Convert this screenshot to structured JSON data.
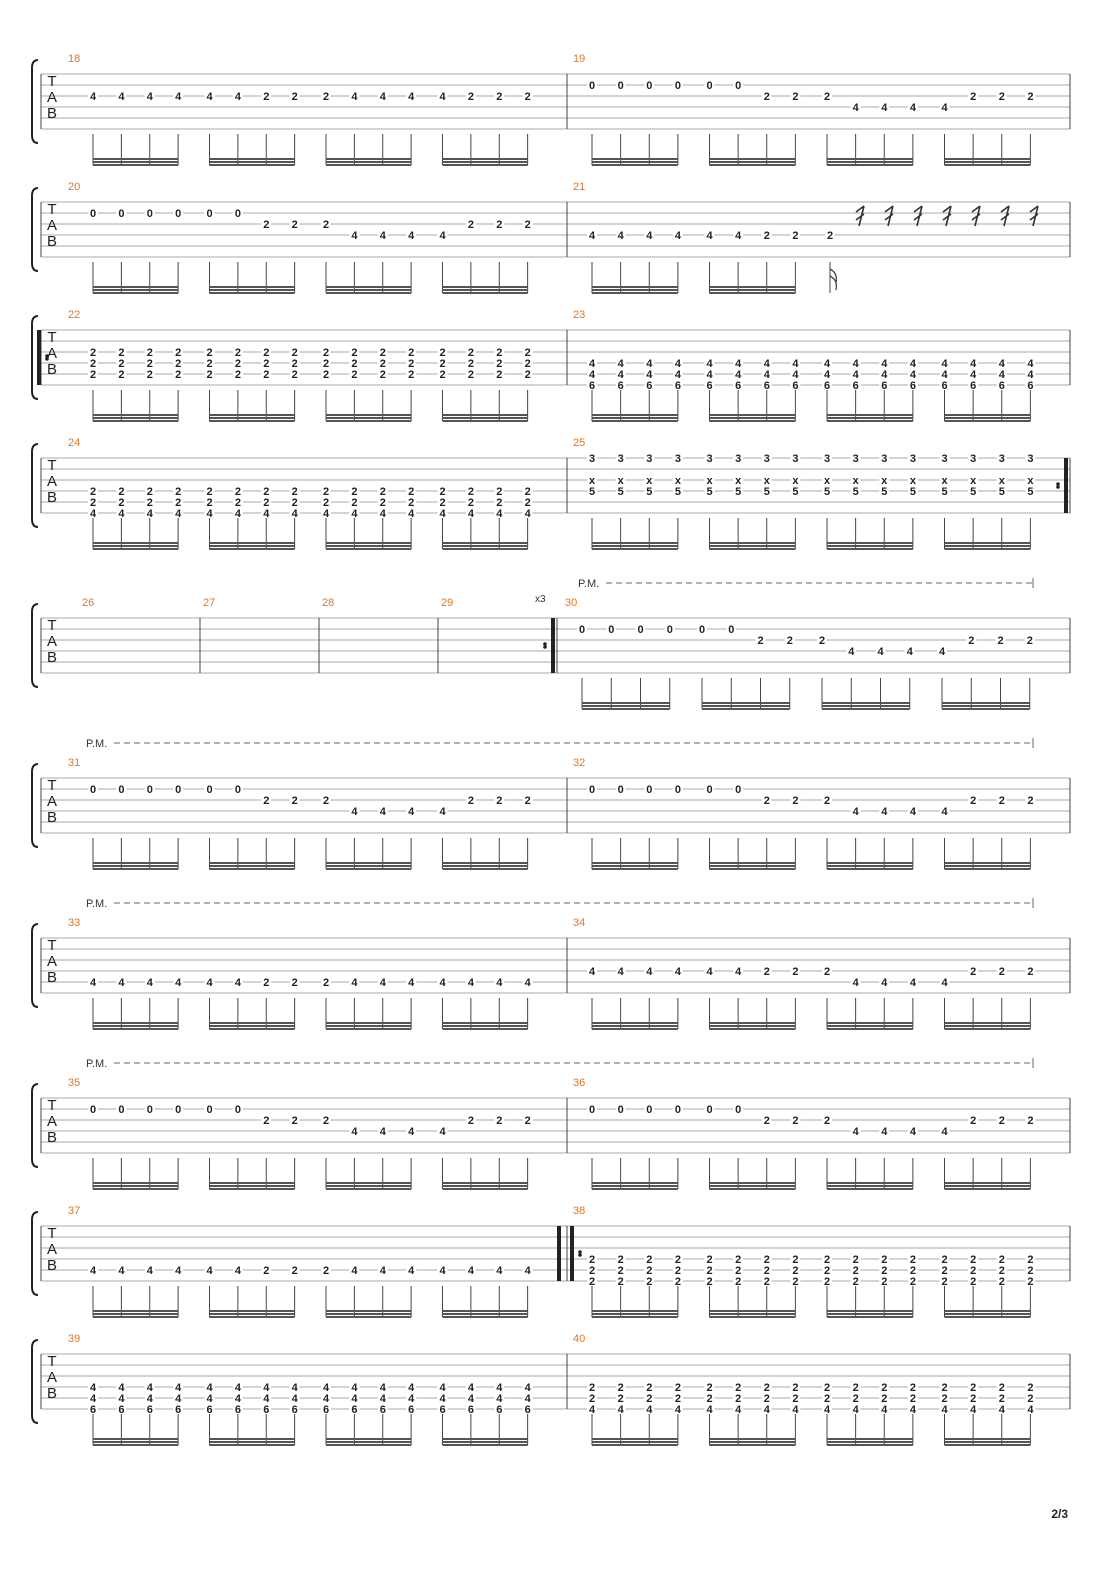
{
  "page_number": "2/3",
  "colors": {
    "measure_number": "#e8741e",
    "staff_line": "#a8a8a8",
    "ink": "#222222"
  },
  "tab_label": [
    "T",
    "A",
    "B"
  ],
  "pm_label": "P.M.",
  "systems": [
    {
      "pm": false,
      "measures": [
        {
          "num": "18",
          "groups": [
            [
              "4",
              "4",
              "4",
              "4"
            ],
            [
              "4",
              "4",
              "2",
              "2"
            ],
            [
              "2",
              "4",
              "4",
              "4"
            ],
            [
              "4",
              "2",
              "2",
              "2"
            ]
          ],
          "str": 3
        },
        {
          "num": "19",
          "groups": [
            [
              "0",
              "0",
              "0",
              "0"
            ],
            [
              "0",
              "0",
              "2",
              "2"
            ],
            [
              "2",
              "4",
              "4",
              "4"
            ],
            [
              "4",
              "2",
              "2",
              "2"
            ]
          ],
          "strs": [
            [
              2,
              2,
              2,
              2
            ],
            [
              2,
              2,
              3,
              3
            ],
            [
              3,
              4,
              4,
              4
            ],
            [
              4,
              3,
              3,
              3
            ]
          ]
        }
      ]
    },
    {
      "pm": false,
      "measures": [
        {
          "num": "20",
          "groups": [
            [
              "0",
              "0",
              "0",
              "0"
            ],
            [
              "0",
              "0",
              "2",
              "2"
            ],
            [
              "2",
              "4",
              "4",
              "4"
            ],
            [
              "4",
              "2",
              "2",
              "2"
            ]
          ],
          "strs": [
            [
              2,
              2,
              2,
              2
            ],
            [
              2,
              2,
              3,
              3
            ],
            [
              3,
              4,
              4,
              4
            ],
            [
              4,
              3,
              3,
              3
            ]
          ]
        },
        {
          "num": "21",
          "groups": [
            [
              "4",
              "4",
              "4",
              "4"
            ],
            [
              "4",
              "4",
              "2",
              "2"
            ]
          ],
          "str": 4,
          "tail": "2",
          "rests": 7
        }
      ]
    },
    {
      "pm": false,
      "repeat_start": true,
      "measures": [
        {
          "num": "22",
          "chord": [
            "2",
            "2",
            "2"
          ],
          "strs": [
            3,
            4,
            5
          ],
          "count": 16
        },
        {
          "num": "23",
          "chord": [
            "4",
            "4",
            "6"
          ],
          "strs": [
            4,
            5,
            6
          ],
          "count": 16
        }
      ]
    },
    {
      "pm": false,
      "measures": [
        {
          "num": "24",
          "chord": [
            "2",
            "2",
            "4"
          ],
          "strs": [
            4,
            5,
            6
          ],
          "count": 16
        },
        {
          "num": "25",
          "chord": [
            "3",
            "x",
            "5"
          ],
          "strs": [
            1,
            3,
            4
          ],
          "count": 16,
          "repeat_end": true
        }
      ]
    },
    {
      "pm": true,
      "pm_from": "30",
      "measures": [
        {
          "num": "26",
          "empty": true,
          "repeat_start": true
        },
        {
          "num": "27",
          "empty": true
        },
        {
          "num": "28",
          "empty": true
        },
        {
          "num": "29",
          "empty": true,
          "repeat_end": true,
          "repeat_count": "x3"
        },
        {
          "num": "30",
          "groups": [
            [
              "0",
              "0",
              "0",
              "0"
            ],
            [
              "0",
              "0",
              "2",
              "2"
            ],
            [
              "2",
              "4",
              "4",
              "4"
            ],
            [
              "4",
              "2",
              "2",
              "2"
            ]
          ],
          "strs": [
            [
              2,
              2,
              2,
              2
            ],
            [
              2,
              2,
              3,
              3
            ],
            [
              3,
              4,
              4,
              4
            ],
            [
              4,
              3,
              3,
              3
            ]
          ]
        }
      ]
    },
    {
      "pm": true,
      "measures": [
        {
          "num": "31",
          "groups": [
            [
              "0",
              "0",
              "0",
              "0"
            ],
            [
              "0",
              "0",
              "2",
              "2"
            ],
            [
              "2",
              "4",
              "4",
              "4"
            ],
            [
              "4",
              "2",
              "2",
              "2"
            ]
          ],
          "strs": [
            [
              2,
              2,
              2,
              2
            ],
            [
              2,
              2,
              3,
              3
            ],
            [
              3,
              4,
              4,
              4
            ],
            [
              4,
              3,
              3,
              3
            ]
          ]
        },
        {
          "num": "32",
          "groups": [
            [
              "0",
              "0",
              "0",
              "0"
            ],
            [
              "0",
              "0",
              "2",
              "2"
            ],
            [
              "2",
              "4",
              "4",
              "4"
            ],
            [
              "4",
              "2",
              "2",
              "2"
            ]
          ],
          "strs": [
            [
              2,
              2,
              2,
              2
            ],
            [
              2,
              2,
              3,
              3
            ],
            [
              3,
              4,
              4,
              4
            ],
            [
              4,
              3,
              3,
              3
            ]
          ]
        }
      ]
    },
    {
      "pm": true,
      "measures": [
        {
          "num": "33",
          "groups": [
            [
              "4",
              "4",
              "4",
              "4"
            ],
            [
              "4",
              "4",
              "2",
              "2"
            ],
            [
              "2",
              "4",
              "4",
              "4"
            ],
            [
              "4",
              "4",
              "4",
              "4"
            ]
          ],
          "str": 5
        },
        {
          "num": "34",
          "groups": [
            [
              "4",
              "4",
              "4",
              "4"
            ],
            [
              "4",
              "4",
              "2",
              "2"
            ],
            [
              "2",
              "4",
              "4",
              "4"
            ],
            [
              "4",
              "2",
              "2",
              "2"
            ]
          ],
          "strs": [
            [
              4,
              4,
              4,
              4
            ],
            [
              4,
              4,
              4,
              4
            ],
            [
              4,
              5,
              5,
              5
            ],
            [
              5,
              4,
              4,
              4
            ]
          ]
        }
      ]
    },
    {
      "pm": true,
      "measures": [
        {
          "num": "35",
          "groups": [
            [
              "0",
              "0",
              "0",
              "0"
            ],
            [
              "0",
              "0",
              "2",
              "2"
            ],
            [
              "2",
              "4",
              "4",
              "4"
            ],
            [
              "4",
              "2",
              "2",
              "2"
            ]
          ],
          "strs": [
            [
              2,
              2,
              2,
              2
            ],
            [
              2,
              2,
              3,
              3
            ],
            [
              3,
              4,
              4,
              4
            ],
            [
              4,
              3,
              3,
              3
            ]
          ]
        },
        {
          "num": "36",
          "groups": [
            [
              "0",
              "0",
              "0",
              "0"
            ],
            [
              "0",
              "0",
              "2",
              "2"
            ],
            [
              "2",
              "4",
              "4",
              "4"
            ],
            [
              "4",
              "2",
              "2",
              "2"
            ]
          ],
          "strs": [
            [
              2,
              2,
              2,
              2
            ],
            [
              2,
              2,
              3,
              3
            ],
            [
              3,
              4,
              4,
              4
            ],
            [
              4,
              3,
              3,
              3
            ]
          ]
        }
      ]
    },
    {
      "pm": false,
      "measures": [
        {
          "num": "37",
          "groups": [
            [
              "4",
              "4",
              "4",
              "4"
            ],
            [
              "4",
              "4",
              "2",
              "2"
            ],
            [
              "2",
              "4",
              "4",
              "4"
            ],
            [
              "4",
              "4",
              "4",
              "4"
            ]
          ],
          "str": 5,
          "repeat_end_thick": true
        },
        {
          "num": "38",
          "chord": [
            "2",
            "2",
            "2"
          ],
          "strs": [
            4,
            5,
            6
          ],
          "count": 16,
          "repeat_start": true
        }
      ]
    },
    {
      "pm": false,
      "measures": [
        {
          "num": "39",
          "chord": [
            "4",
            "4",
            "6"
          ],
          "strs": [
            4,
            5,
            6
          ],
          "count": 16
        },
        {
          "num": "40",
          "chord": [
            "2",
            "2",
            "4"
          ],
          "strs": [
            4,
            5,
            6
          ],
          "count": 16
        }
      ]
    }
  ]
}
